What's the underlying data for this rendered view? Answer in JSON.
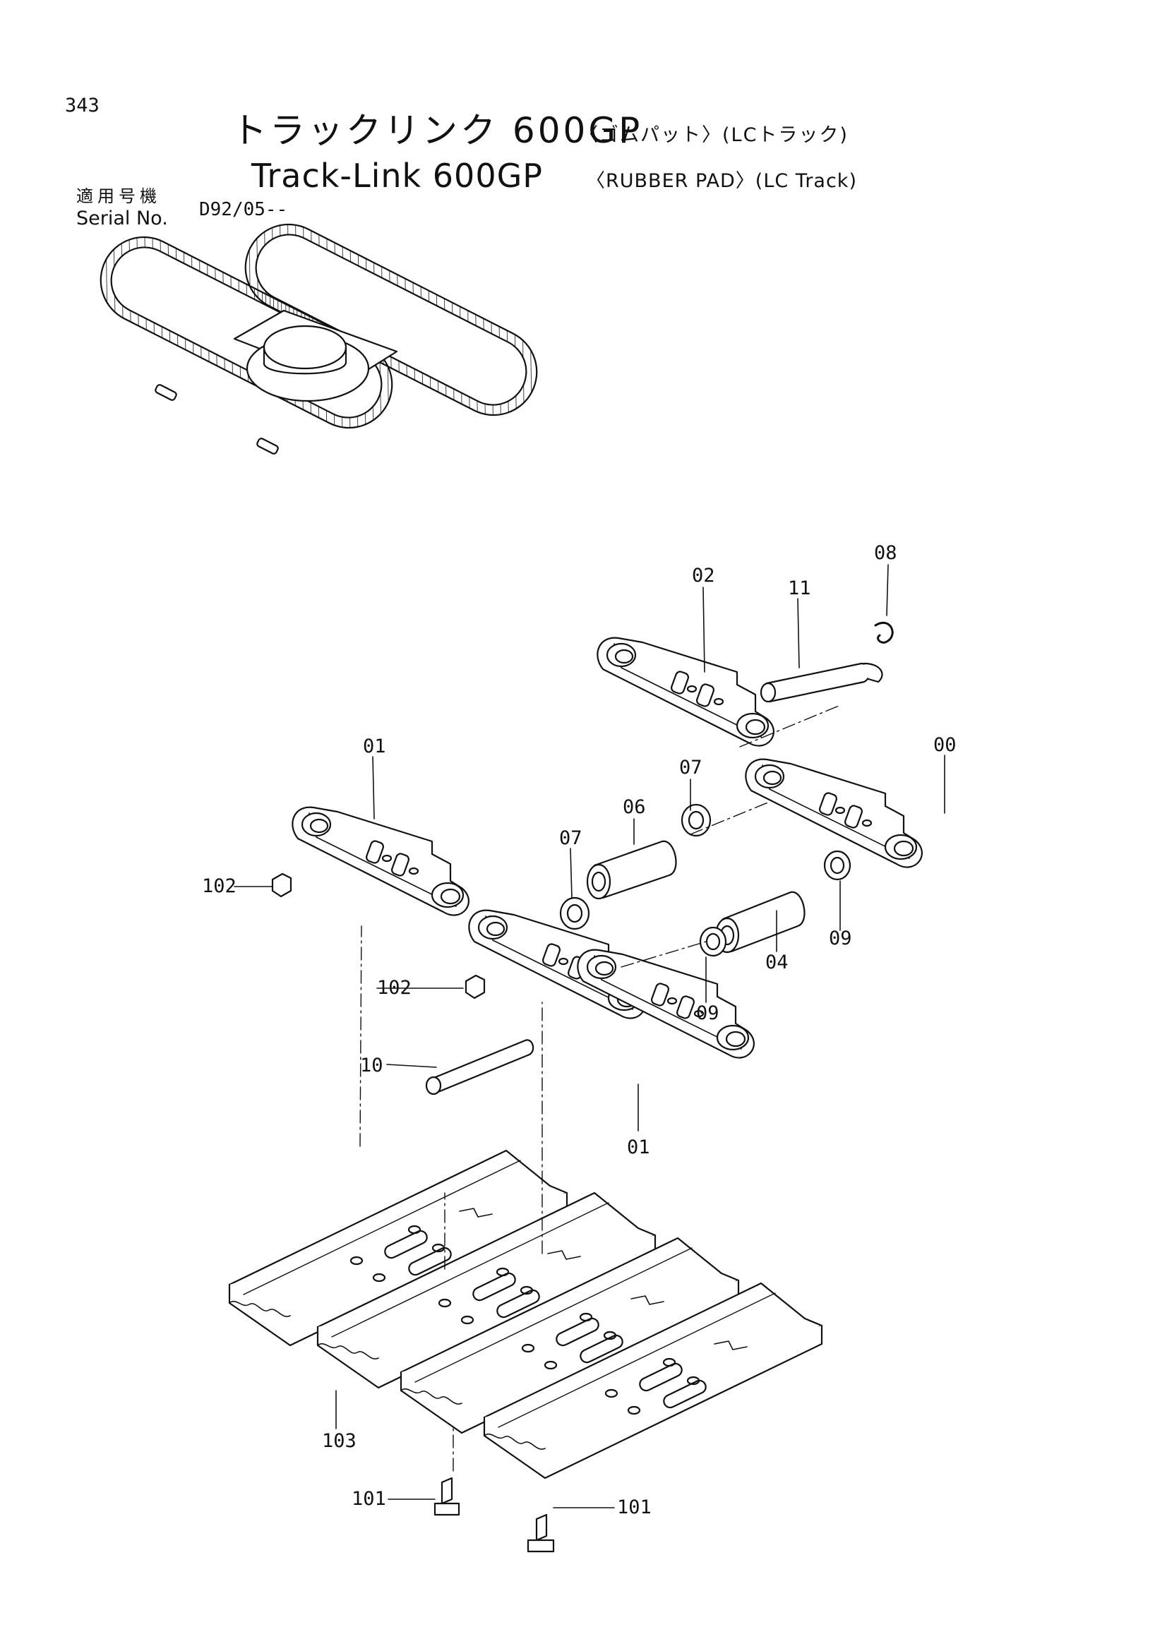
{
  "page": {
    "number": "343",
    "title_jp_main": "トラックリンク 600GP",
    "title_jp_sub": "〈ゴムパット〉(LCトラック)",
    "title_en_main": "Track-Link 600GP",
    "title_en_sub": "〈RUBBER PAD〉(LC Track)",
    "applicable_label_jp": "適用号機",
    "serial_label": "Serial No.",
    "serial_value": "D92/05--"
  },
  "callouts": [
    {
      "id": "c08",
      "label": "08"
    },
    {
      "id": "c02",
      "label": "02"
    },
    {
      "id": "c11",
      "label": "11"
    },
    {
      "id": "c01a",
      "label": "01"
    },
    {
      "id": "c00",
      "label": "00"
    },
    {
      "id": "c07a",
      "label": "07"
    },
    {
      "id": "c06",
      "label": "06"
    },
    {
      "id": "c07b",
      "label": "07"
    },
    {
      "id": "c102a",
      "label": "102"
    },
    {
      "id": "c09a",
      "label": "09"
    },
    {
      "id": "c04",
      "label": "04"
    },
    {
      "id": "c102b",
      "label": "102"
    },
    {
      "id": "c09b",
      "label": "09"
    },
    {
      "id": "c10",
      "label": "10"
    },
    {
      "id": "c01b",
      "label": "01"
    },
    {
      "id": "c103",
      "label": "103"
    },
    {
      "id": "c101a",
      "label": "101"
    },
    {
      "id": "c101b",
      "label": "101"
    }
  ]
}
